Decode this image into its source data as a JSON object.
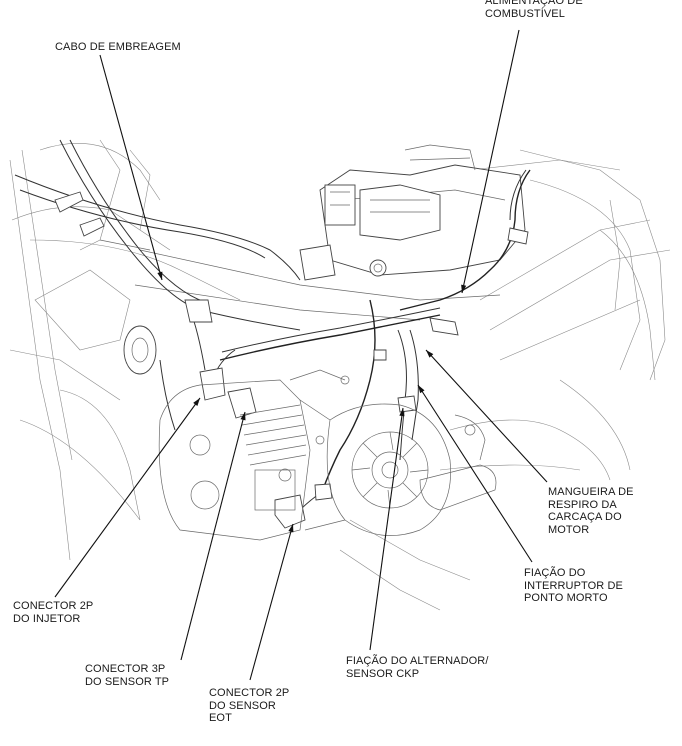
{
  "figure": {
    "type": "engine-wiring-routing-illustration",
    "callouts": [
      {
        "id": "fuel-feed",
        "lines": [
          "ALIMENTAÇÃO DE",
          "COMBUSTÍVEL"
        ]
      },
      {
        "id": "clutch-cable",
        "lines": [
          "CABO DE EMBREAGEM"
        ]
      },
      {
        "id": "crankcase-breather-hose",
        "lines": [
          "MANGUEIRA DE",
          "RESPIRO DA",
          "CARCAÇA DO",
          "MOTOR"
        ]
      },
      {
        "id": "neutral-switch-wire",
        "lines": [
          "FIAÇÃO DO",
          "INTERRUPTOR DE",
          "PONTO MORTO"
        ]
      },
      {
        "id": "injector-connector",
        "lines": [
          "CONECTOR 2P",
          "DO INJETOR"
        ]
      },
      {
        "id": "tp-sensor-connector",
        "lines": [
          "CONECTOR 3P",
          "DO SENSOR TP"
        ]
      },
      {
        "id": "eot-sensor-connector",
        "lines": [
          "CONECTOR 2P",
          "DO SENSOR",
          "EOT"
        ]
      },
      {
        "id": "alternator-ckp-wire",
        "lines": [
          "FIAÇÃO DO ALTERNADOR/",
          "SENSOR CKP"
        ]
      }
    ]
  }
}
